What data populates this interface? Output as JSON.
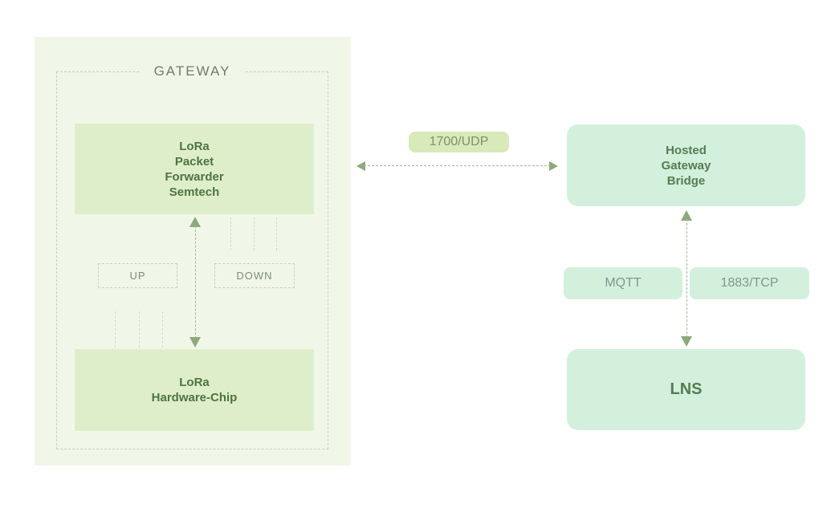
{
  "gateway": {
    "title": "GATEWAY",
    "packet_forwarder_lines": [
      "LoRa",
      "Packet",
      "Forwarder",
      "Semtech"
    ],
    "hardware_chip_lines": [
      "LoRa",
      "Hardware-Chip"
    ],
    "up_label": "UP",
    "down_label": "DOWN"
  },
  "connections": {
    "udp_label": "1700/UDP",
    "mqtt_label": "MQTT",
    "tcp_label": "1883/TCP"
  },
  "nodes": {
    "hosted_gateway_bridge_lines": [
      "Hosted",
      "Gateway",
      "Bridge"
    ],
    "lns_label": "LNS"
  },
  "colors": {
    "panel_bg": "#f0f7e9",
    "gateway_node_bg": "#dfeeca",
    "gateway_node_text": "#4d7540",
    "cloud_node_bg": "#d3f0dd",
    "cloud_node_text": "#567c4f",
    "udp_pill_bg": "#d8e9ba",
    "arrow": "#8ca97b",
    "dashed_border": "#c8d1c4"
  }
}
